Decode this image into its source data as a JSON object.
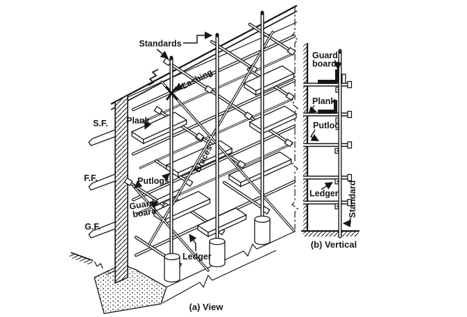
{
  "colors": {
    "paper": "#ffffff",
    "ink": "#161616"
  },
  "view_a": {
    "caption": "(a) View",
    "labels": {
      "standards": "Standards",
      "lashing": "Lashing",
      "sf": "S.F.",
      "plank": "Plank",
      "ff": "F.F.",
      "putlogs": "Putlogs",
      "guard1": "Guard",
      "guard2": "board",
      "gf": "G.F.",
      "braces": "Braces",
      "ledger": "Ledger"
    }
  },
  "view_b": {
    "caption": "(b) Vertical",
    "labels": {
      "guard1": "Guard",
      "guard2": "board",
      "plank": "Plank",
      "putlog": "Putlog",
      "ledger": "Ledger",
      "standard": "Standard"
    }
  }
}
